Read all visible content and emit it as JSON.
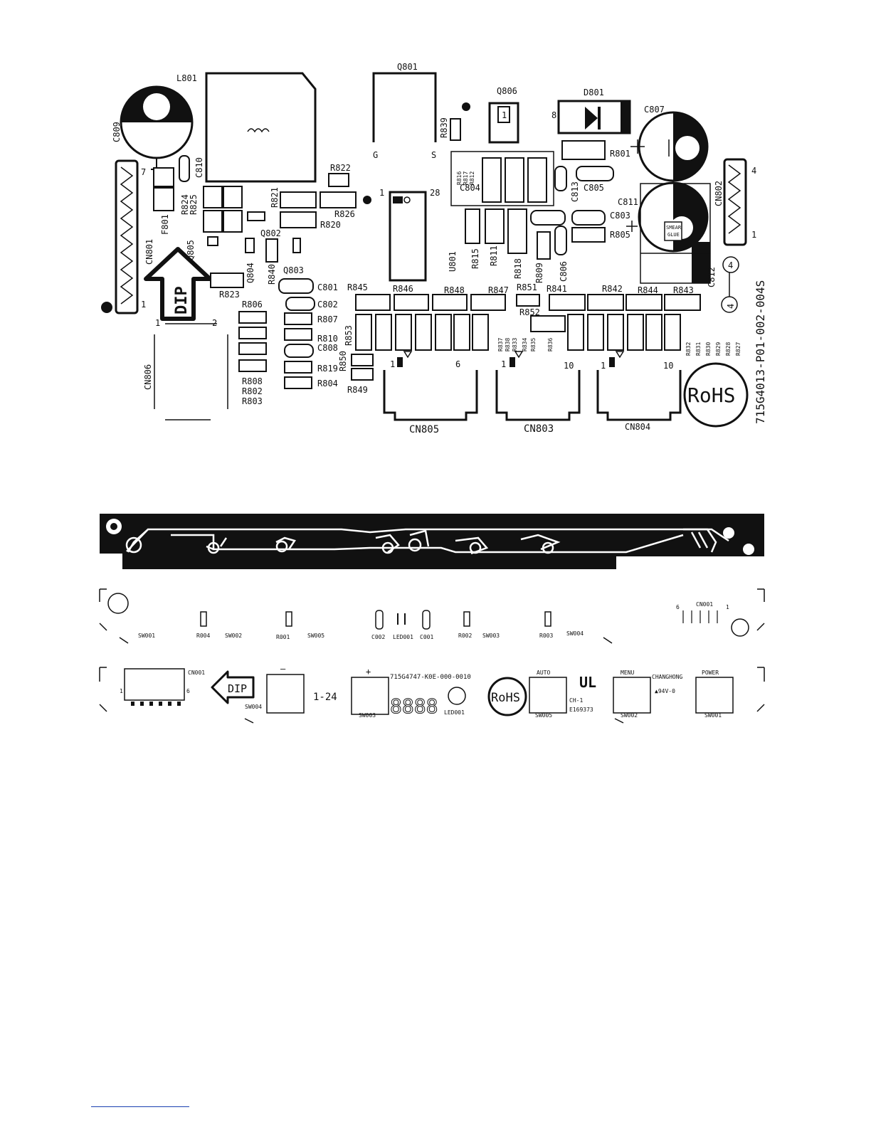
{
  "main_board": {
    "part_number": "715G4013-P01-002-004S",
    "version": "4",
    "rohs": "RoHS",
    "dip": "DIP",
    "pin_labels": {
      "one": "1",
      "two": "2",
      "four": "4",
      "six": "6",
      "seven": "7",
      "eight": "8",
      "ten": "10",
      "twentyeight": "28",
      "g": "G",
      "s": "S"
    },
    "glue": [
      "SMEAR",
      "GLUE"
    ],
    "components": {
      "L801": "L801",
      "Q801": "Q801",
      "Q806": "Q806",
      "D801": "D801",
      "C807": "C807",
      "C809": "C809",
      "C810": "C810",
      "R822": "R822",
      "R821": "R821",
      "R826": "R826",
      "R820": "R820",
      "R824": "R824",
      "R825": "R825",
      "F801": "F801",
      "Q805": "Q805",
      "Q802": "Q802",
      "Q804": "Q804",
      "R840": "R840",
      "Q803": "Q803",
      "R823": "R823",
      "C801": "C801",
      "CN801": "CN801",
      "R839": "R839",
      "R816": "R816",
      "R817": "R817",
      "R812": "R812",
      "C804": "C804",
      "C813": "C813",
      "C805": "C805",
      "R801": "R801",
      "C811": "C811",
      "C803": "C803",
      "R805": "R805",
      "CN802": "CN802",
      "U801": "U801",
      "R815": "R815",
      "R811": "R811",
      "R818": "R818",
      "R809": "R809",
      "C806": "C806",
      "C812": "C812",
      "R845": "R845",
      "R846": "R846",
      "R848": "R848",
      "R847": "R847",
      "R851": "R851",
      "R841": "R841",
      "R842": "R842",
      "R844": "R844",
      "R843": "R843",
      "R852": "R852",
      "R806": "R806",
      "C802": "C802",
      "R807": "R807",
      "R810": "R810",
      "C808": "C808",
      "R853": "R853",
      "R850": "R850",
      "R819": "R819",
      "R804": "R804",
      "R849": "R849",
      "R808": "R808",
      "R802": "R802",
      "R803": "R803",
      "CN806": "CN806",
      "R837": "R837",
      "R838": "R838",
      "R833": "R833",
      "R834": "R834",
      "R835": "R835",
      "R836": "R836",
      "R832": "R832",
      "R831": "R831",
      "R830": "R830",
      "R829": "R829",
      "R828": "R828",
      "R827": "R827",
      "CN805": "CN805",
      "CN803": "CN803",
      "CN804": "CN804"
    }
  },
  "key_board": {
    "part_number": "715G4747-K0E-000-0010",
    "rohs": "RoHS",
    "dip": "DIP",
    "range": "1-24",
    "display": "8888",
    "brand": "CHANGHONG",
    "rating": "▲94V-0",
    "cert": [
      "CH-1",
      "E169373"
    ],
    "ul_mark": "UL",
    "buttons": {
      "minus": "—",
      "plus": "+",
      "auto": "AUTO",
      "menu": "MENU",
      "power": "POWER"
    },
    "top_labels": [
      "SW001",
      "R004",
      "SW002",
      "R001",
      "SW005",
      "C002",
      "LED001",
      "C001",
      "R002",
      "SW003",
      "R003",
      "SW004"
    ],
    "cn001_label": "CN001",
    "cn001_pins": [
      "6",
      "1"
    ],
    "bottom_labels": {
      "cn001": "CN001",
      "pin1": "1",
      "pin6": "6",
      "sw004": "SW004",
      "sw003": "SW003",
      "led001": "LED001",
      "sw005": "SW005",
      "sw002": "SW002",
      "sw001": "SW001"
    }
  },
  "colors": {
    "ink": "#111111",
    "paper": "#ffffff",
    "footer_rule": "#1a3fb0"
  }
}
